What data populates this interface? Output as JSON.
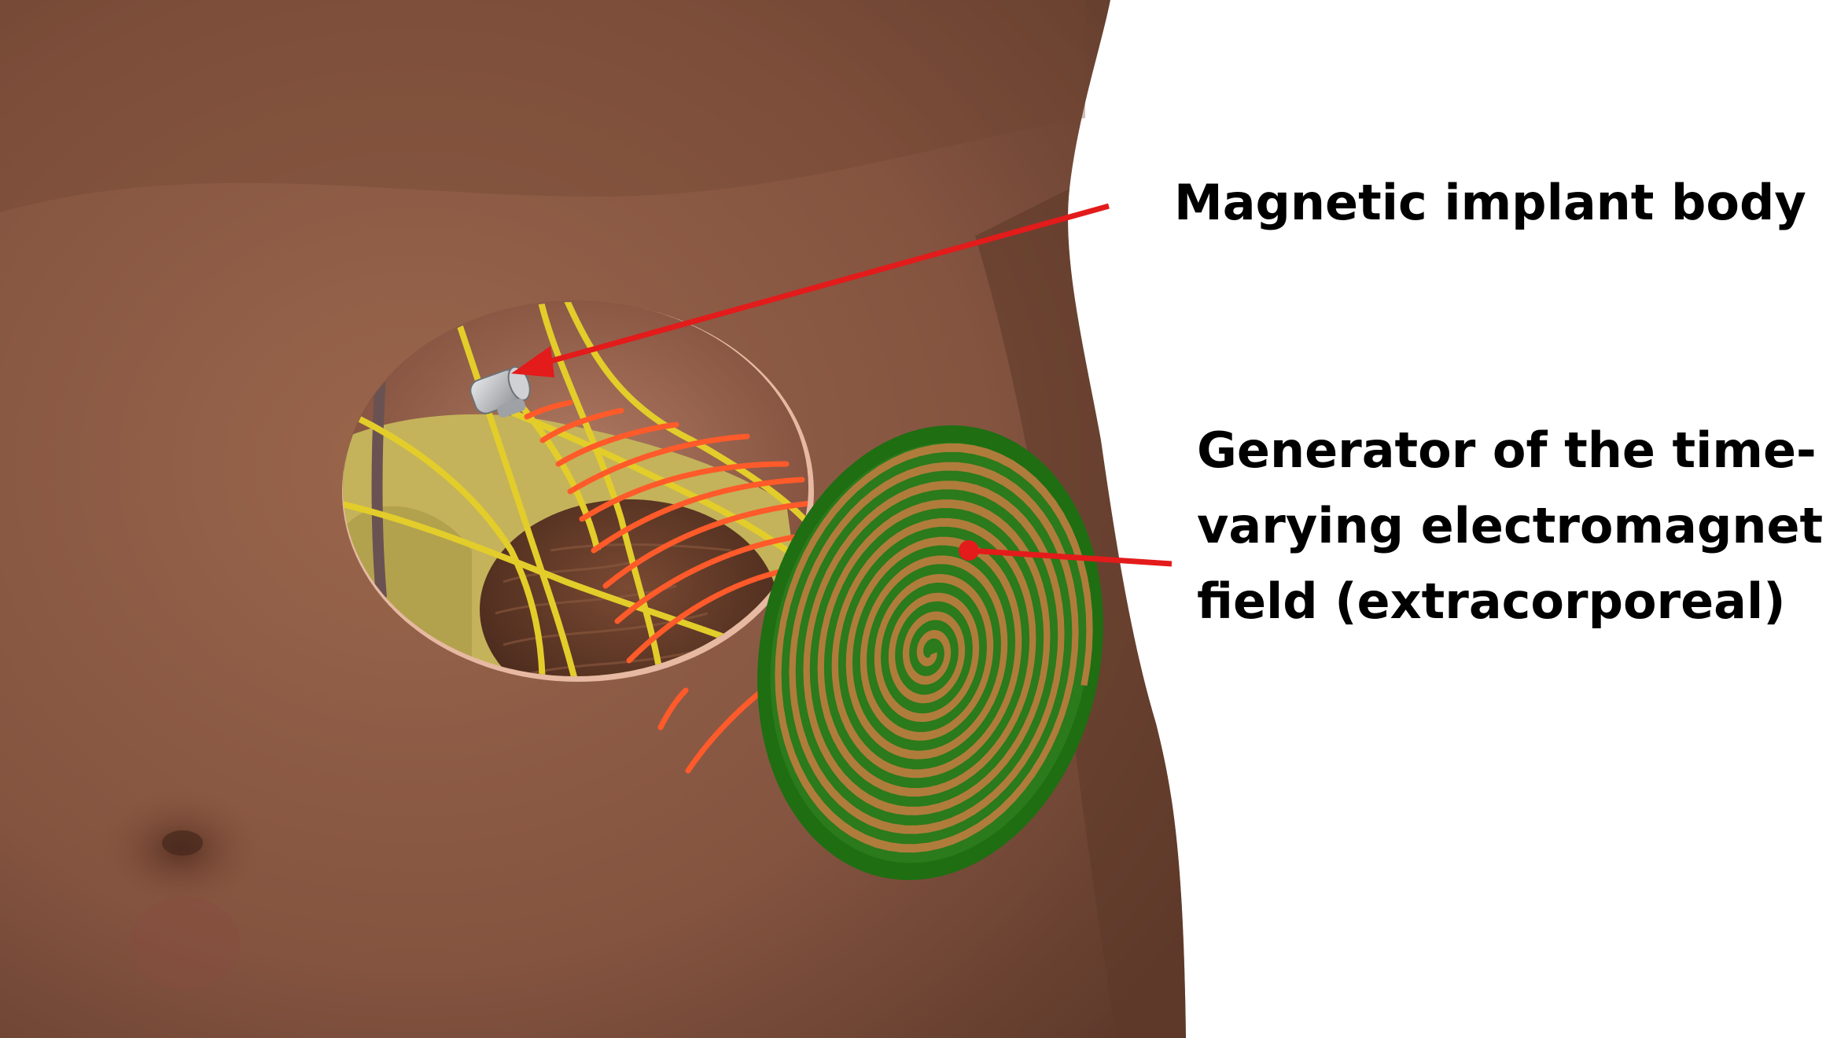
{
  "labels": {
    "implant": "Magnetic implant body",
    "generator": [
      "Generator of the time-",
      "varying electromagnetic",
      "field (extracorporeal)"
    ]
  },
  "colors": {
    "skin": "#8b5a42",
    "skin_dark": "#5e3a2a",
    "arrow": "#e31b1b",
    "field_lines": "#ff5a2a",
    "coil_outer": "#1f6e12",
    "coil_track": "#b07c3c",
    "nerves": "#e3cd2a",
    "organ": "#6b3f2a",
    "fat": "#c9b85e",
    "implant": "#b9bcc0"
  },
  "icons": {
    "implant": "magnetic-implant-icon",
    "coil": "spiral-coil-icon"
  }
}
